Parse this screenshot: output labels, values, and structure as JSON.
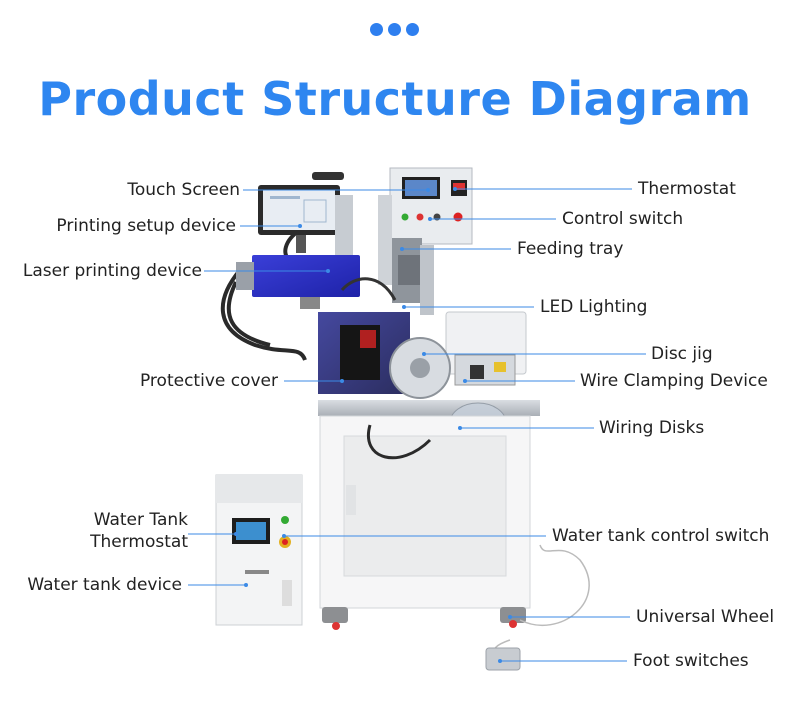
{
  "header": {
    "title": "Product Structure Diagram"
  },
  "colors": {
    "accent": "#2e86f0",
    "leader_line": "#3b8ae6"
  },
  "labels_left": [
    {
      "id": "touch-screen",
      "text": "Touch Screen"
    },
    {
      "id": "printing-setup-device",
      "text": "Printing setup device"
    },
    {
      "id": "laser-printing-device",
      "text": "Laser printing device"
    },
    {
      "id": "protective-cover",
      "text": "Protective cover"
    },
    {
      "id": "water-tank-thermostat",
      "text": "Water Tank Thermostat"
    },
    {
      "id": "water-tank-device",
      "text": "Water tank device"
    }
  ],
  "labels_right": [
    {
      "id": "thermostat",
      "text": "Thermostat"
    },
    {
      "id": "control-switch",
      "text": "Control switch"
    },
    {
      "id": "feeding-tray",
      "text": "Feeding tray"
    },
    {
      "id": "led-lighting",
      "text": "LED Lighting"
    },
    {
      "id": "disc-jig",
      "text": "Disc jig"
    },
    {
      "id": "wire-clamping-device",
      "text": "Wire Clamping Device"
    },
    {
      "id": "wiring-disks",
      "text": "Wiring Disks"
    },
    {
      "id": "water-tank-control-switch",
      "text": "Water tank control switch"
    },
    {
      "id": "universal-wheel",
      "text": "Universal Wheel"
    },
    {
      "id": "foot-switches",
      "text": "Foot switches"
    }
  ]
}
